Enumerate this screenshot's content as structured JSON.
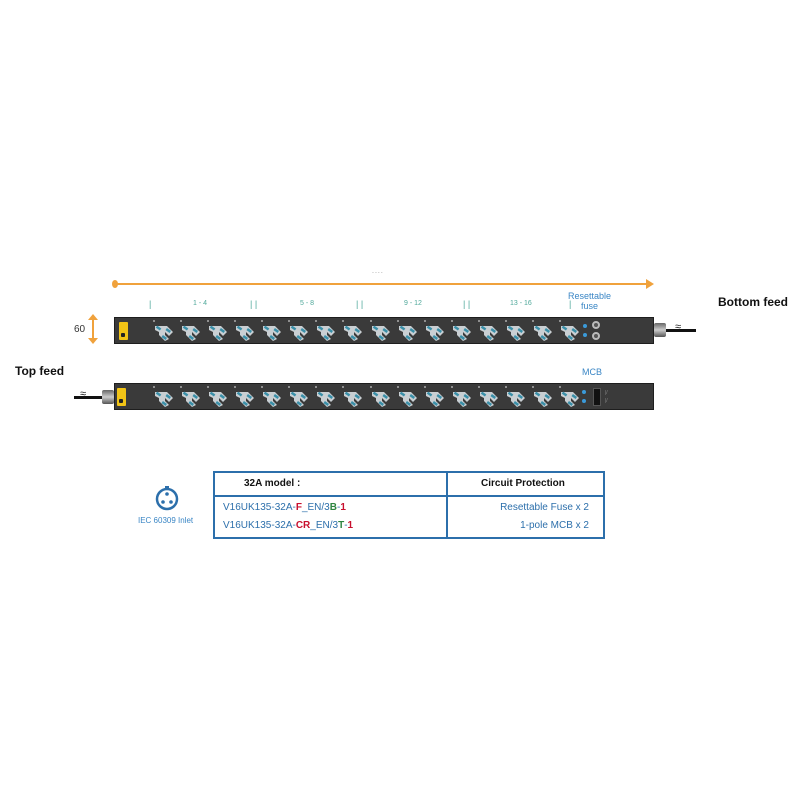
{
  "dimensions": {
    "length_label": "....",
    "height_label": "60",
    "length_color": "#f0a23c"
  },
  "outlet_groups": [
    {
      "label": "1 - 4"
    },
    {
      "label": "5 - 8"
    },
    {
      "label": "9 - 12"
    },
    {
      "label": "13 - 16"
    }
  ],
  "separators": {
    "single": "|",
    "double": "| |"
  },
  "pdu_top": {
    "feed_label": "Bottom feed",
    "protection_label_line1": "Resettable",
    "protection_label_line2": "fuse",
    "outlet_count": 16
  },
  "pdu_bottom": {
    "feed_label": "Top feed",
    "protection_label": "MCB",
    "outlet_count": 16
  },
  "inlet": {
    "icon": "iec-60309-inlet-icon",
    "label": "IEC 60309 Inlet"
  },
  "table": {
    "headers": [
      "32A model :",
      "Circuit Protection"
    ],
    "rows": [
      {
        "model_parts": [
          {
            "text": "V16UK135-32A-",
            "style": "normal"
          },
          {
            "text": "F",
            "style": "red"
          },
          {
            "text": "_EN/3",
            "style": "normal"
          },
          {
            "text": "B",
            "style": "green"
          },
          {
            "text": "-",
            "style": "normal"
          },
          {
            "text": "1",
            "style": "red"
          }
        ],
        "protection": "Resettable Fuse x 2"
      },
      {
        "model_parts": [
          {
            "text": "V16UK135-32A-",
            "style": "normal"
          },
          {
            "text": "CR",
            "style": "red"
          },
          {
            "text": "_EN/3",
            "style": "normal"
          },
          {
            "text": "T",
            "style": "green"
          },
          {
            "text": "-",
            "style": "normal"
          },
          {
            "text": "1",
            "style": "red"
          }
        ],
        "protection": "1-pole MCB x 2"
      }
    ],
    "border_color": "#2c6fab"
  }
}
